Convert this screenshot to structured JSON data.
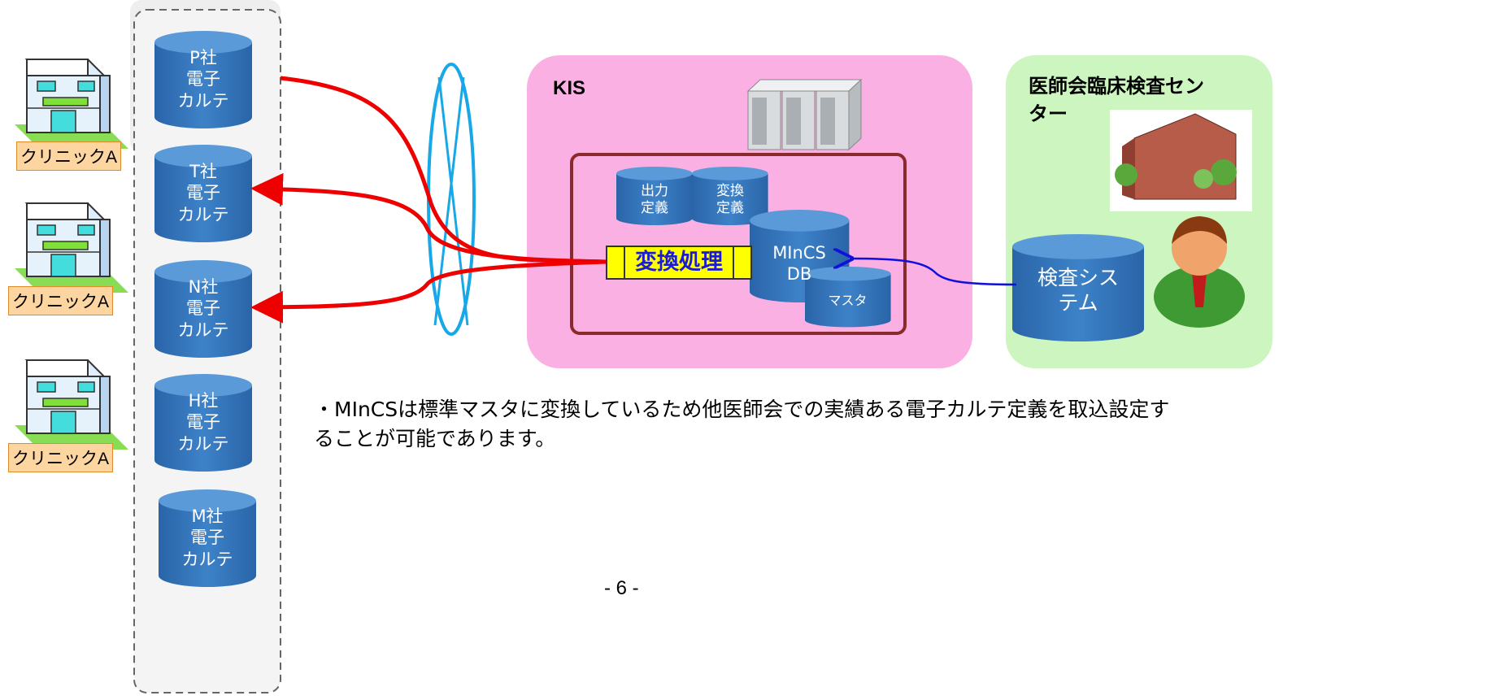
{
  "clinics": [
    {
      "label": "クリニックA"
    },
    {
      "label": "クリニックA"
    },
    {
      "label": "クリニックA"
    }
  ],
  "emr_vendors": [
    {
      "line1": "P社",
      "line2": "電子",
      "line3": "カルテ"
    },
    {
      "line1": "T社",
      "line2": "電子",
      "line3": "カルテ"
    },
    {
      "line1": "N社",
      "line2": "電子",
      "line3": "カルテ"
    },
    {
      "line1": "H社",
      "line2": "電子",
      "line3": "カルテ"
    },
    {
      "line1": "M社",
      "line2": "電子",
      "line3": "カルテ"
    }
  ],
  "kis": {
    "title": "KIS",
    "output_def": {
      "line1": "出力",
      "line2": "定義"
    },
    "convert_def": {
      "line1": "変換",
      "line2": "定義"
    },
    "convert_process": "変換処理",
    "mincs_db": {
      "line1": "MInCS",
      "line2": "DB"
    },
    "master": "マスタ"
  },
  "center": {
    "title_line1": "医師会臨床検査セン",
    "title_line2": "ター",
    "system": {
      "line1": "検査シス",
      "line2": "テム"
    }
  },
  "note": {
    "line1": "・MInCSは標準マスタに変換しているため他医師会での実績ある電子カルテ定義を取込設定す",
    "line2": "ることが可能であります。"
  },
  "page_number": "- 6 -",
  "colors": {
    "cylinder": "#2f6db0",
    "kis_bg": "#fbb0e3",
    "center_bg": "#ccf5c0",
    "arrow": "#ee0000",
    "network": "#18a8e8",
    "link": "#1010dd"
  }
}
